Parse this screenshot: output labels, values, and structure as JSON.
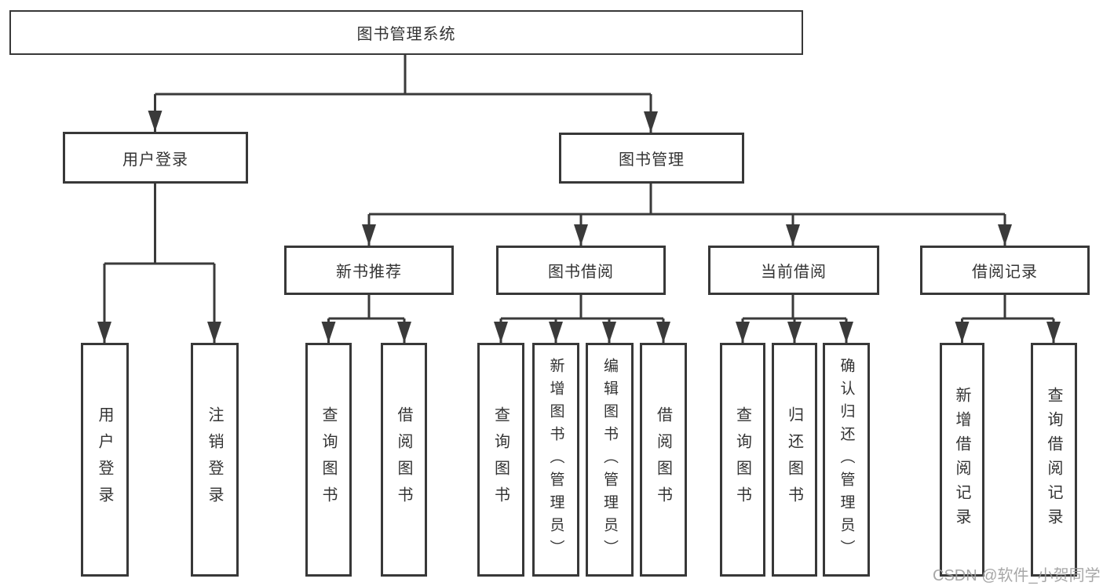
{
  "palette": {
    "line": "#3a3a3a",
    "box_border": "#383838",
    "box_fill": "#ffffff",
    "text": "#333333",
    "watermark": "#9e9e9e",
    "background": "#ffffff"
  },
  "tree": {
    "label": "图书管理系统",
    "children": [
      {
        "label": "用户登录",
        "children": [
          {
            "label": "用户登录"
          },
          {
            "label": "注销登录"
          }
        ]
      },
      {
        "label": "图书管理",
        "children": [
          {
            "label": "新书推荐",
            "children": [
              {
                "label": "查询图书"
              },
              {
                "label": "借阅图书"
              }
            ]
          },
          {
            "label": "图书借阅",
            "children": [
              {
                "label": "查询图书"
              },
              {
                "label": "新增图书（管理员）"
              },
              {
                "label": "编辑图书（管理员）"
              },
              {
                "label": "借阅图书"
              }
            ]
          },
          {
            "label": "当前借阅",
            "children": [
              {
                "label": "查询图书"
              },
              {
                "label": "归还图书"
              },
              {
                "label": "确认归还（管理员）"
              }
            ]
          },
          {
            "label": "借阅记录",
            "children": [
              {
                "label": "新增借阅记录"
              },
              {
                "label": "查询借阅记录"
              }
            ]
          }
        ]
      }
    ]
  },
  "watermark": "CSDN @软件_小贺同学"
}
